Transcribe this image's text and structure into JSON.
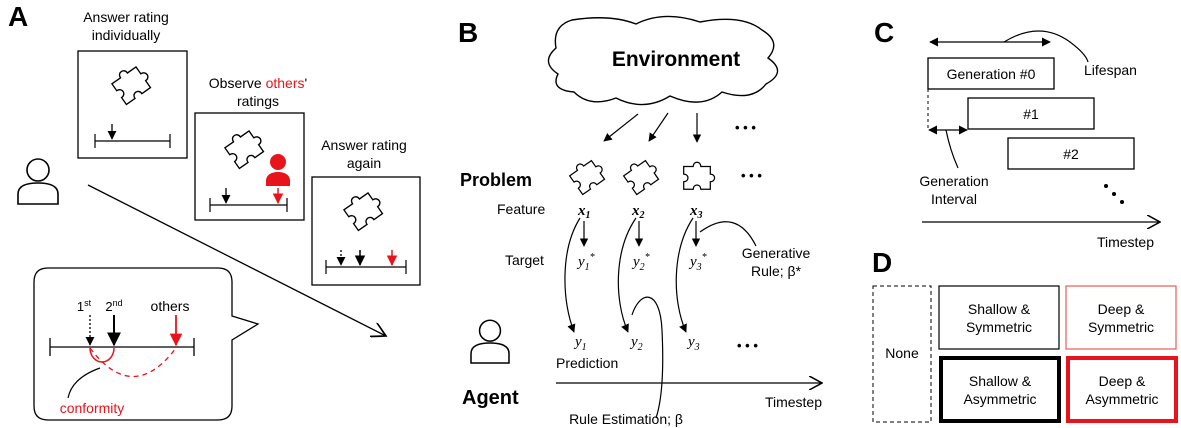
{
  "panel_a": {
    "letter": "A",
    "step1_line1": "Answer rating",
    "step1_line2": "individually",
    "step2_line1_pre": "Observe ",
    "step2_line1_red": "others",
    "step2_line1_post": "'",
    "step2_line2": "ratings",
    "step3_line1": "Answer rating",
    "step3_line2": "again",
    "bubble_first": "1",
    "bubble_first_sup": "st",
    "bubble_second": "2",
    "bubble_second_sup": "nd",
    "bubble_others": "others",
    "bubble_conformity": "conformity"
  },
  "panel_b": {
    "letter": "B",
    "environment": "Environment",
    "problem": "Problem",
    "feature": "Feature",
    "target": "Target",
    "generative_rule_line1": "Generative",
    "generative_rule_line2": "Rule; β*",
    "x1": "x",
    "x1_sub": "1",
    "x2": "x",
    "x2_sub": "2",
    "x3": "x",
    "x3_sub": "3",
    "y1s": "y",
    "y1s_sub": "1",
    "y1s_sup": "*",
    "y2s": "y",
    "y2s_sub": "2",
    "y2s_sup": "*",
    "y3s": "y",
    "y3s_sub": "3",
    "y3s_sup": "*",
    "y1": "y",
    "y1_sub": "1",
    "y2": "y",
    "y2_sub": "2",
    "y3": "y",
    "y3_sub": "3",
    "prediction": "Prediction",
    "agent": "Agent",
    "timestep": "Timestep",
    "rule_estimation": "Rule Estimation; β",
    "ellipsis": "• • •"
  },
  "panel_c": {
    "letter": "C",
    "lifespan": "Lifespan",
    "gen0": "Generation #0",
    "gen1": "#1",
    "gen2": "#2",
    "gen_interval_line1": "Generation",
    "gen_interval_line2": "Interval",
    "timestep": "Timestep"
  },
  "panel_d": {
    "letter": "D",
    "none": "None",
    "shallow_sym_line1": "Shallow &",
    "shallow_sym_line2": "Symmetric",
    "deep_sym_line1": "Deep &",
    "deep_sym_line2": "Symmetric",
    "shallow_asym_line1": "Shallow &",
    "shallow_asym_line2": "Asymmetric",
    "deep_asym_line1": "Deep &",
    "deep_asym_line2": "Asymmetric"
  },
  "colors": {
    "accent_red": "#e8141b",
    "ink": "#000000",
    "light_red": "#e85a5a"
  }
}
